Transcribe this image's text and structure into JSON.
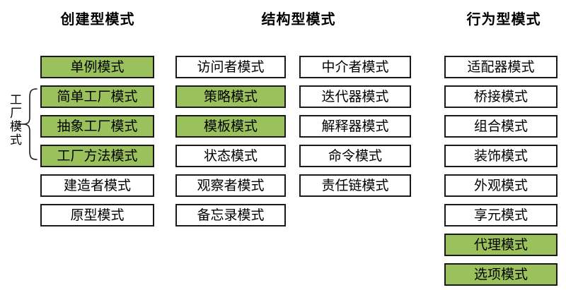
{
  "colors": {
    "highlight_green": "#9bc15d",
    "box_border": "#1a1a1a",
    "background": "#ffffff",
    "text": "#000000"
  },
  "headers": {
    "creational": "创建型模式",
    "structural": "结构型模式",
    "behavioral": "行为型模式"
  },
  "factory_group": {
    "label": "工厂模式"
  },
  "columns": {
    "creational": {
      "boxes": [
        {
          "label": "单例模式",
          "highlight": true
        },
        {
          "label": "简单工厂模式",
          "highlight": true
        },
        {
          "label": "抽象工厂模式",
          "highlight": true
        },
        {
          "label": "工厂方法模式",
          "highlight": true
        },
        {
          "label": "建造者模式",
          "highlight": false
        },
        {
          "label": "原型模式",
          "highlight": false
        }
      ]
    },
    "structural_left": {
      "boxes": [
        {
          "label": "访问者模式",
          "highlight": false
        },
        {
          "label": "策略模式",
          "highlight": true
        },
        {
          "label": "模板模式",
          "highlight": true
        },
        {
          "label": "状态模式",
          "highlight": false
        },
        {
          "label": "观察者模式",
          "highlight": false
        },
        {
          "label": "备忘录模式",
          "highlight": false
        }
      ]
    },
    "structural_right": {
      "boxes": [
        {
          "label": "中介者模式",
          "highlight": false
        },
        {
          "label": "迭代器模式",
          "highlight": false
        },
        {
          "label": "解释器模式",
          "highlight": false
        },
        {
          "label": "命令模式",
          "highlight": false
        },
        {
          "label": "责任链模式",
          "highlight": false
        }
      ]
    },
    "behavioral": {
      "boxes": [
        {
          "label": "适配器模式",
          "highlight": false
        },
        {
          "label": "桥接模式",
          "highlight": false
        },
        {
          "label": "组合模式",
          "highlight": false
        },
        {
          "label": "装饰模式",
          "highlight": false
        },
        {
          "label": "外观模式",
          "highlight": false
        },
        {
          "label": "享元模式",
          "highlight": false
        },
        {
          "label": "代理模式",
          "highlight": true
        },
        {
          "label": "选项模式",
          "highlight": true
        }
      ]
    }
  }
}
